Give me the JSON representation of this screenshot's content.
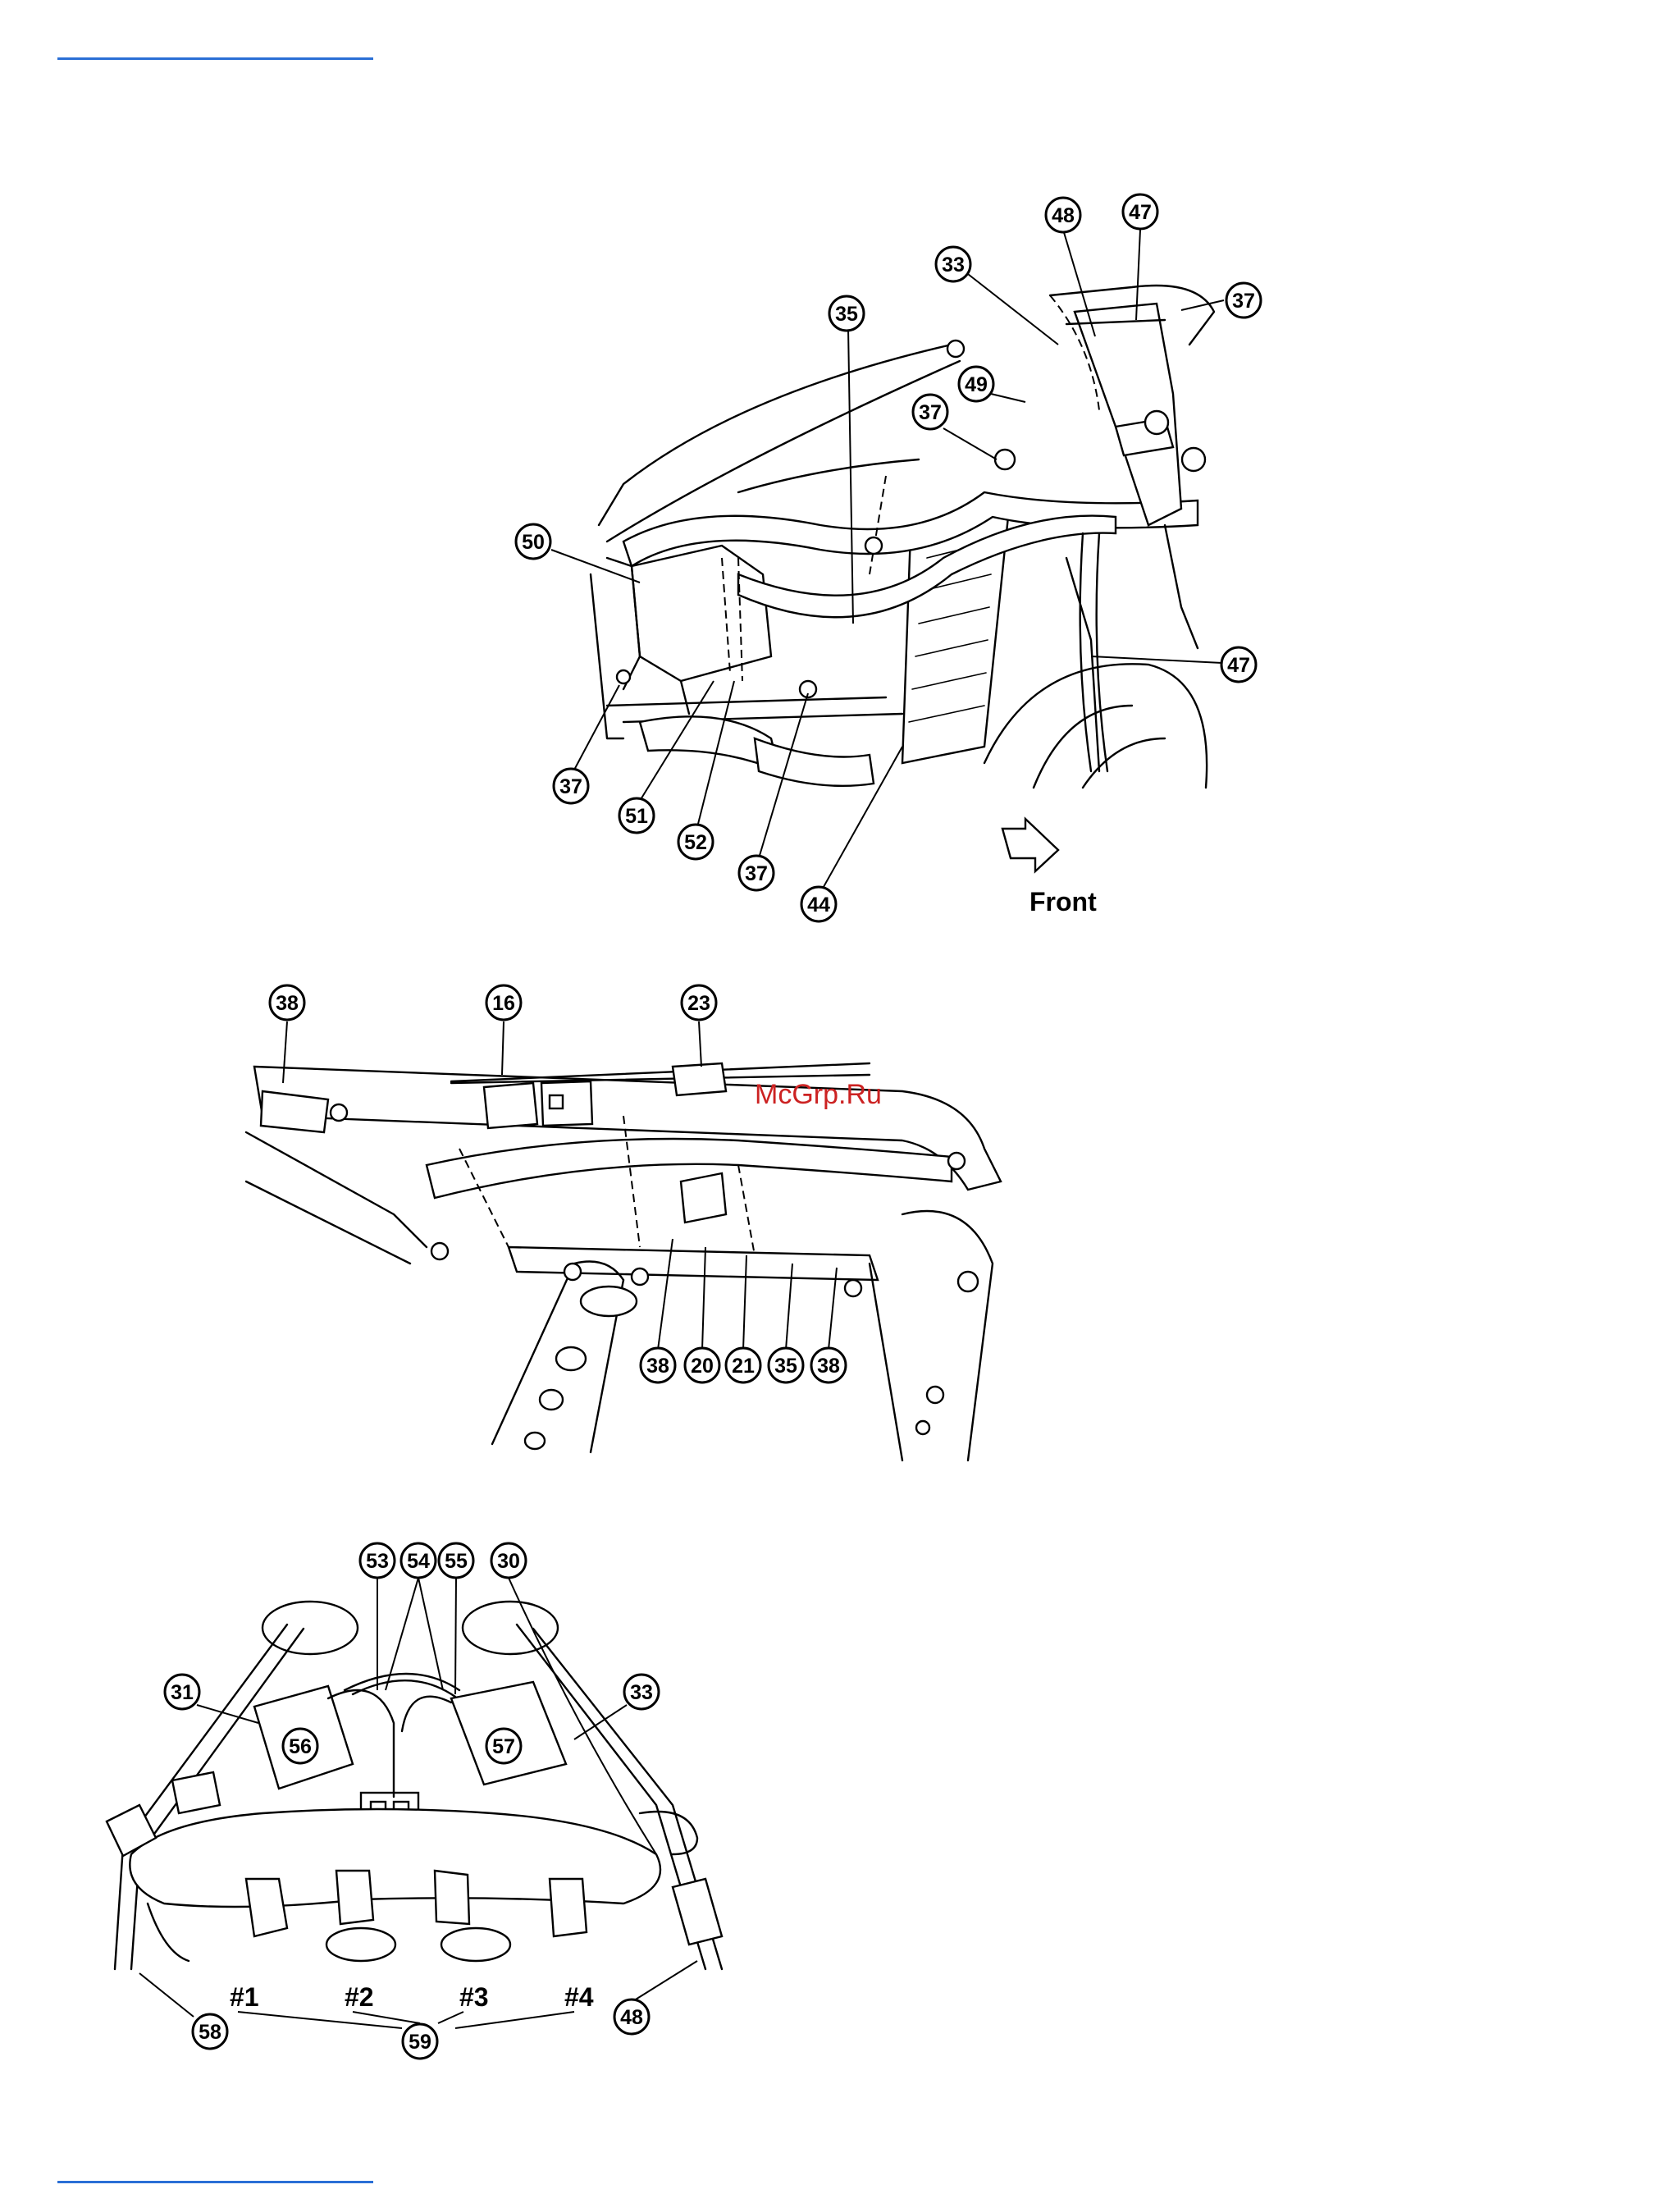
{
  "watermark": "McGrp.Ru",
  "figures": [
    {
      "id": "upper",
      "callouts": [
        "48",
        "47",
        "33",
        "37",
        "35",
        "49",
        "37",
        "50",
        "47",
        "37",
        "51",
        "52",
        "37",
        "44"
      ],
      "direction_label": "Front"
    },
    {
      "id": "middle",
      "callouts": [
        "38",
        "16",
        "23",
        "38",
        "20",
        "21",
        "35",
        "38"
      ]
    },
    {
      "id": "lower",
      "callouts": [
        "53",
        "54",
        "55",
        "30",
        "31",
        "33",
        "56",
        "57",
        "58",
        "59",
        "48"
      ],
      "cylinder_labels": [
        "#1",
        "#2",
        "#3",
        "#4"
      ]
    }
  ]
}
